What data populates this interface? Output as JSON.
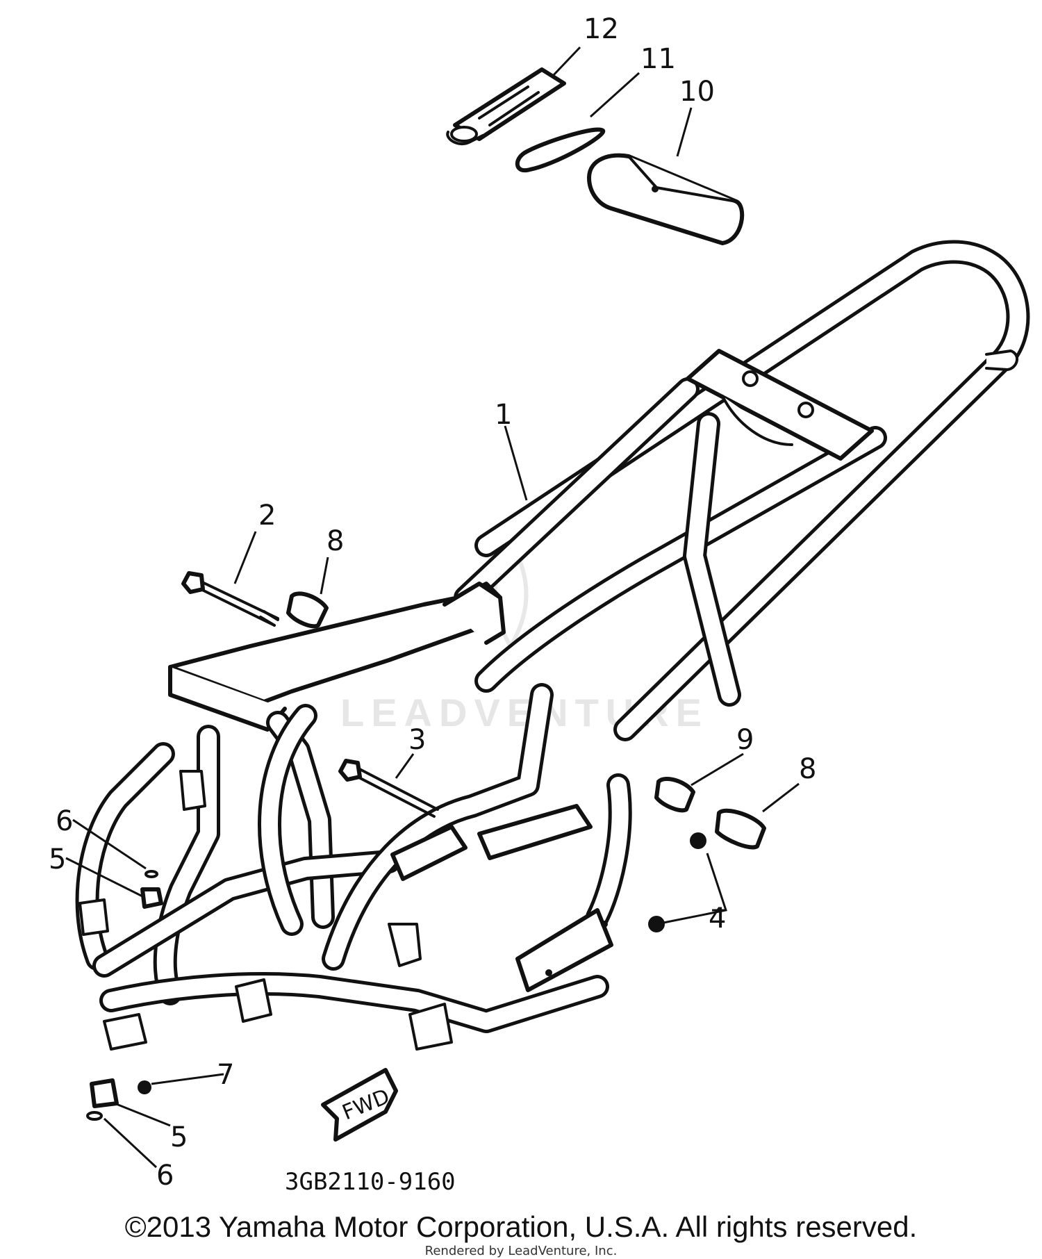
{
  "callouts": {
    "c1": "1",
    "c2": "2",
    "c3": "3",
    "c4": "4",
    "c5a": "5",
    "c5b": "5",
    "c6a": "6",
    "c6b": "6",
    "c7": "7",
    "c8a": "8",
    "c8b": "8",
    "c9": "9",
    "c10": "10",
    "c11": "11",
    "c12": "12"
  },
  "fwd_label": "FWD",
  "diagram_code": "3GB2110-9160",
  "watermark": "LEADVENTURE",
  "copyright": "©2013 Yamaha Motor Corporation, U.S.A. All rights reserved.",
  "rendered_by": "Rendered by LeadVenture, Inc."
}
